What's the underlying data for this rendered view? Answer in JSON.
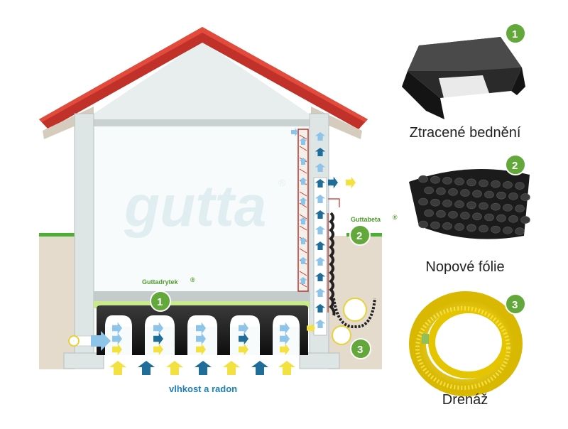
{
  "brand": {
    "logo_text": "gutta",
    "registered": "®"
  },
  "labels": {
    "guttadrytek": "Guttadrytek",
    "guttabeta": "Guttabeta",
    "reg": "®",
    "bottom": "vlhkost a radon"
  },
  "badges": [
    "1",
    "2",
    "3"
  ],
  "products": [
    {
      "number": "1",
      "caption": "Ztracené bednění"
    },
    {
      "number": "2",
      "caption": "Nopové fólie"
    },
    {
      "number": "3",
      "caption": "Drenáž"
    }
  ],
  "colors": {
    "roof": "#c0312a",
    "wall": "#dde5e5",
    "badge_green": "#63a83a",
    "grass": "#4caf35",
    "soil": "#e5dbcd",
    "arrow_light_blue": "#8dc4e8",
    "arrow_dark_blue": "#1f6e9a",
    "arrow_yellow": "#f3e141"
  },
  "icons": [
    "registered-mark-icon",
    "arrow-right-icon",
    "arrow-up-icon"
  ]
}
